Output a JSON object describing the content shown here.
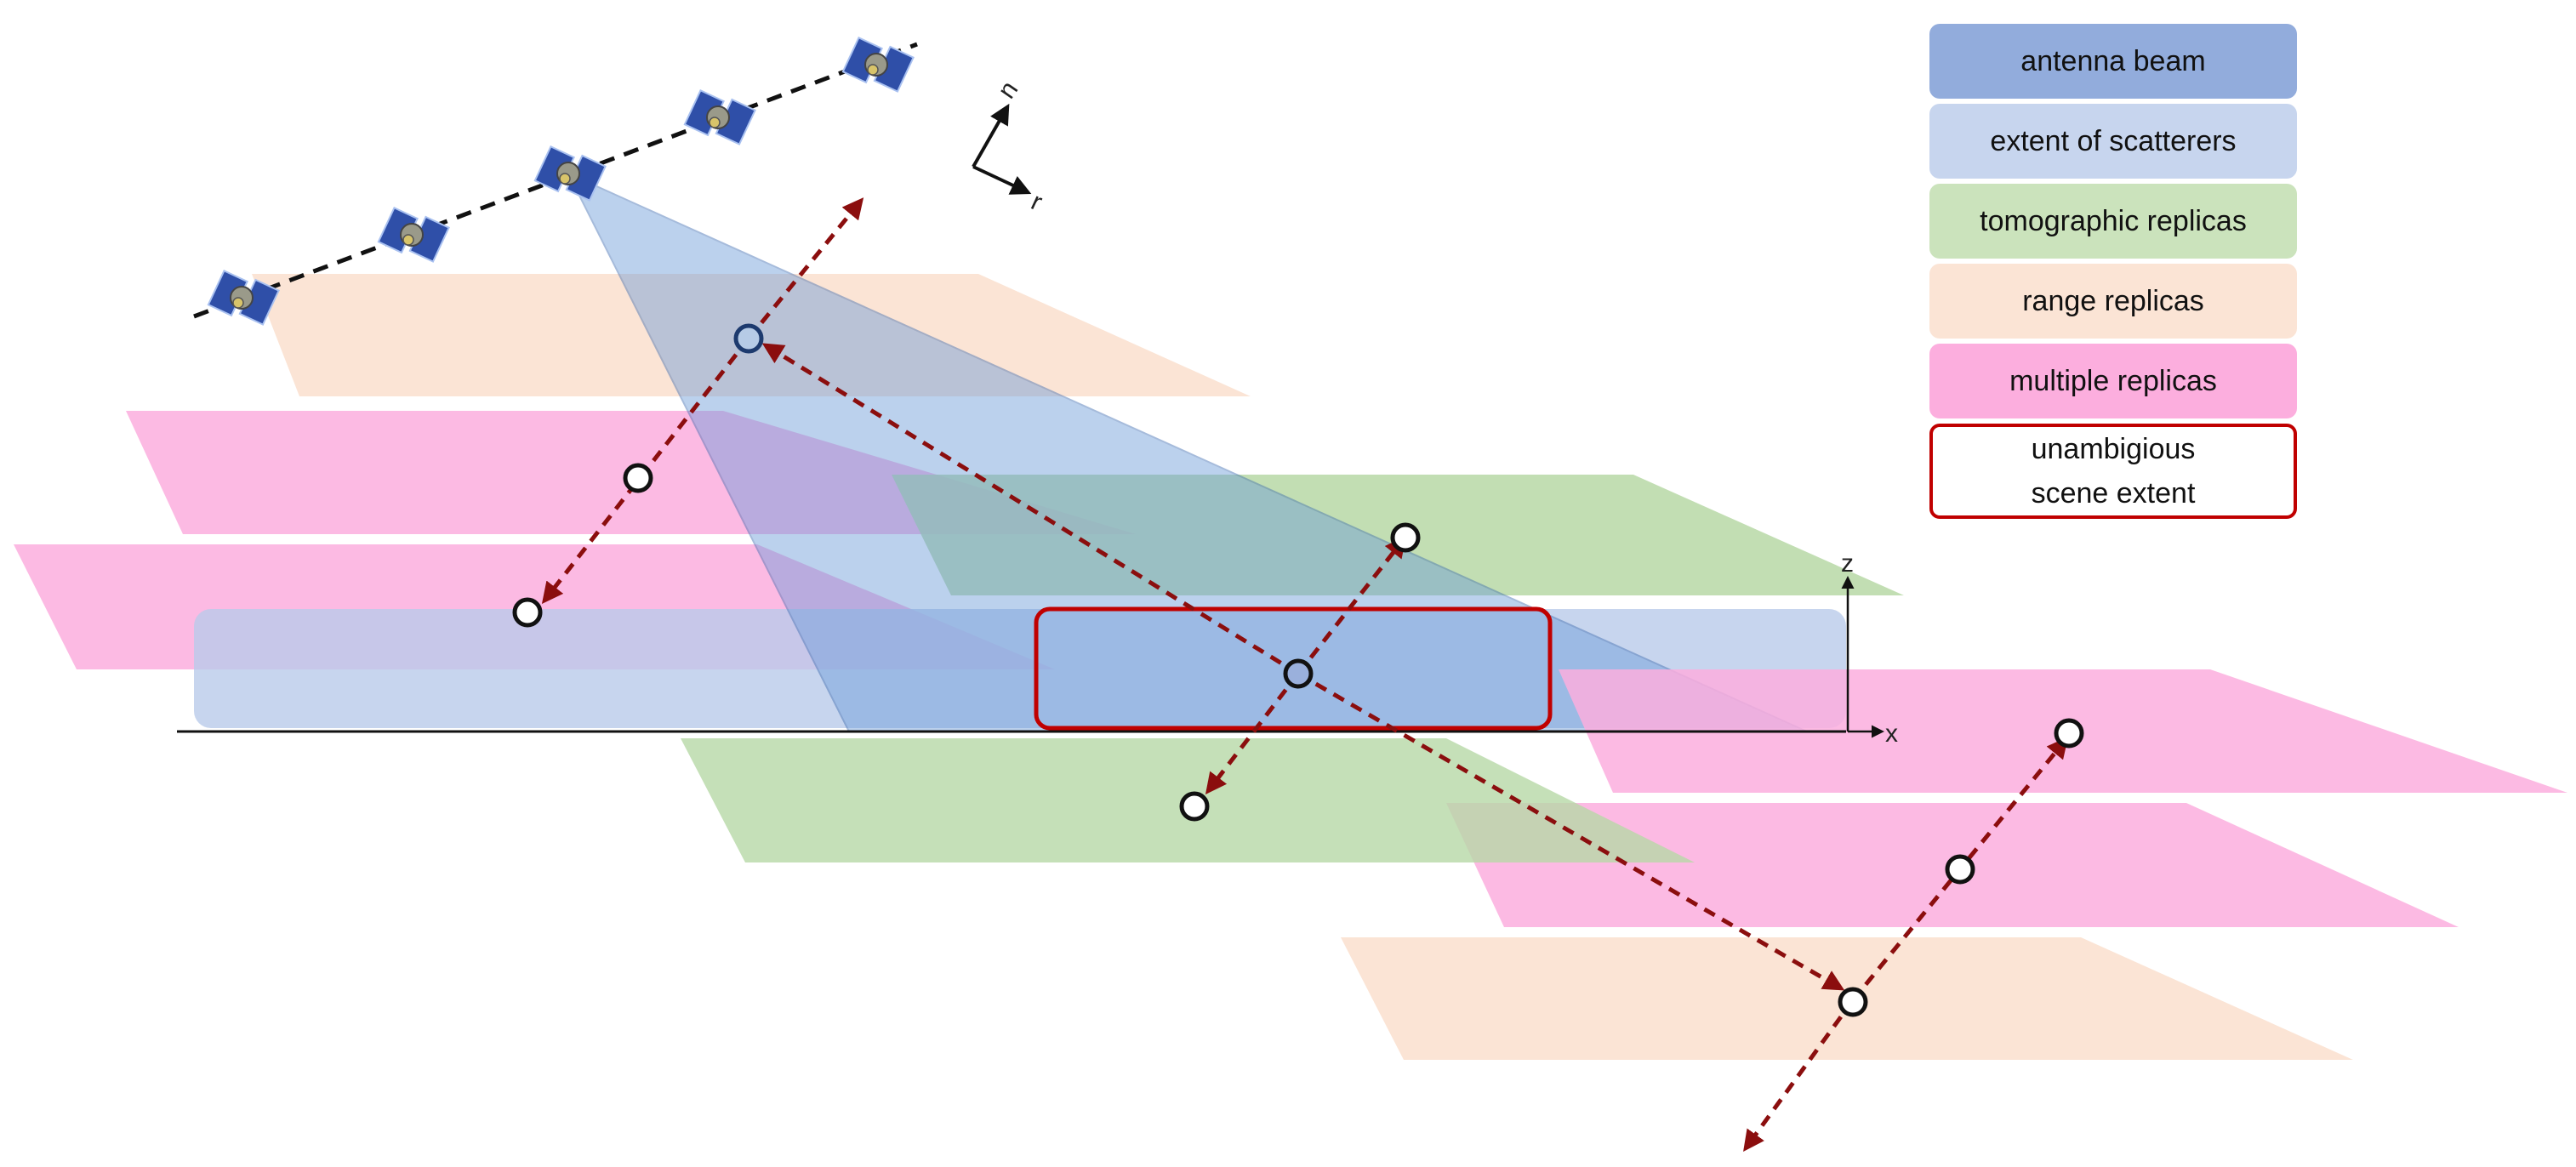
{
  "legend": {
    "items": [
      {
        "label": "antenna beam",
        "color": "#92acdc"
      },
      {
        "label": "extent of scatterers",
        "color": "#c7d5ee"
      },
      {
        "label": "tomographic replicas",
        "color": "#cbe3bc"
      },
      {
        "label": "range replicas",
        "color": "#fbe4d5"
      },
      {
        "label": "multiple replicas",
        "color": "#fcaede"
      }
    ],
    "scene_extent_label": "unambigious\nscene extent",
    "scene_extent_color": "#c00000"
  },
  "axes": {
    "orbit": {
      "n": "n",
      "r": "r"
    },
    "scene": {
      "z": "z",
      "x": "x"
    }
  },
  "colors": {
    "beam": "#6a9ad8",
    "arrow": "#8b0e0e",
    "orbit_line": "#111111"
  },
  "icons": [
    "satellite-icon"
  ]
}
